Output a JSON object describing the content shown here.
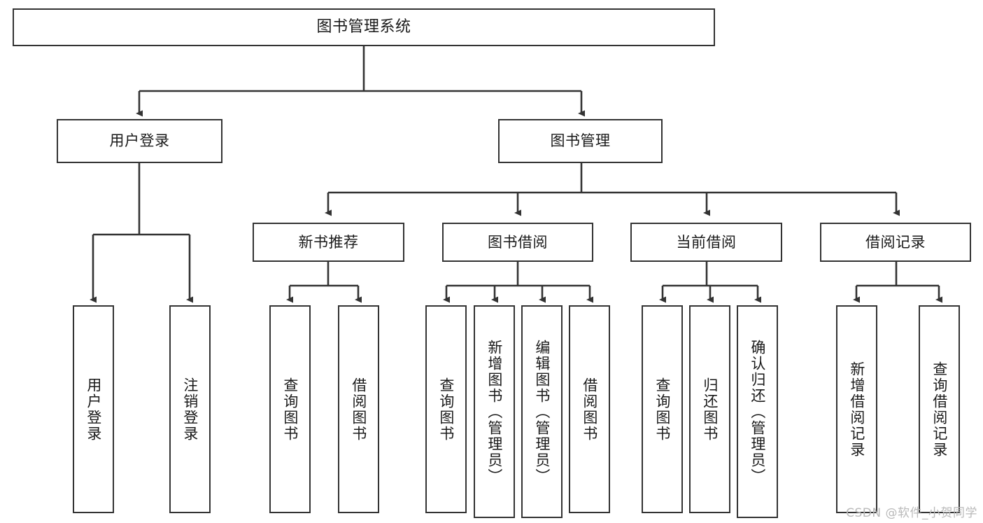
{
  "diagram": {
    "type": "tree-hierarchy-diagram",
    "title": "图书管理系统",
    "colors": {
      "stroke": "#333333",
      "fill": "#ffffff",
      "text": "#1a1a1a",
      "watermark": "#b9b9b9"
    },
    "levels": {
      "root": {
        "label": "图书管理系统"
      },
      "level2": [
        {
          "label": "用户登录"
        },
        {
          "label": "图书管理"
        }
      ],
      "level3": [
        {
          "label": "新书推荐"
        },
        {
          "label": "图书借阅"
        },
        {
          "label": "当前借阅"
        },
        {
          "label": "借阅记录"
        }
      ],
      "leaves": {
        "user_login": [
          {
            "label": "用户登录"
          },
          {
            "label": "注销登录"
          }
        ],
        "new_book_recommend": [
          {
            "label": "查询图书"
          },
          {
            "label": "借阅图书"
          }
        ],
        "book_borrow": [
          {
            "label": "查询图书"
          },
          {
            "label": "新增图书（管理员）"
          },
          {
            "label": "编辑图书（管理员）"
          },
          {
            "label": "借阅图书"
          }
        ],
        "current_borrow": [
          {
            "label": "查询图书"
          },
          {
            "label": "归还图书"
          },
          {
            "label": "确认归还（管理员）"
          }
        ],
        "borrow_record": [
          {
            "label": "新增借阅记录"
          },
          {
            "label": "查询借阅记录"
          }
        ]
      }
    }
  },
  "watermark": {
    "text": "CSDN @软件_小贺同学"
  }
}
